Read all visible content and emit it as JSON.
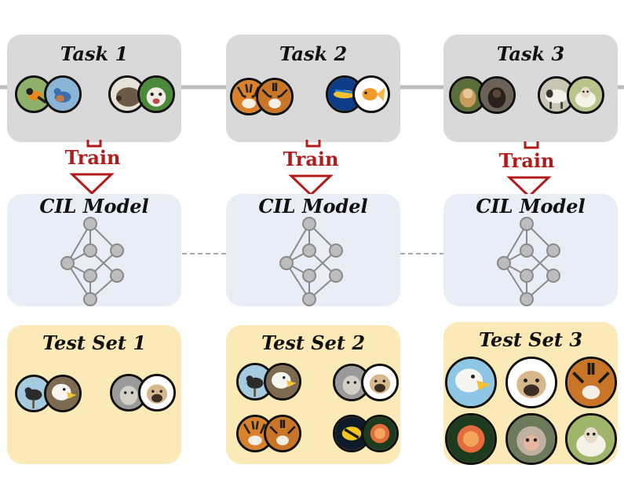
{
  "tasks": [
    {
      "title": "Task 1"
    },
    {
      "title": "Task 2"
    },
    {
      "title": "Task 3"
    }
  ],
  "train_label": "Train",
  "model_label": "CIL Model",
  "test_sets": [
    {
      "title": "Test Set 1"
    },
    {
      "title": "Test Set 2"
    },
    {
      "title": "Test Set 3"
    }
  ],
  "colors": {
    "task_bg": "#d9d9d9",
    "model_bg": "#e8edf6",
    "test_bg": "#fbe9b7",
    "train_red": "#b31b1b",
    "node_gray": "#bdbdbd"
  },
  "images": {
    "task1": [
      "oriole",
      "bluebird",
      "hedgehog",
      "bulldog"
    ],
    "task2": [
      "tiger",
      "tiger",
      "fish",
      "goldfish"
    ],
    "task3": [
      "monkey",
      "monkey",
      "sheep",
      "sheep"
    ],
    "test1": [
      "blackbird",
      "eagle",
      "dog",
      "pug"
    ],
    "test2": [
      "blackbird",
      "eagle",
      "dog",
      "pug",
      "tiger",
      "tiger",
      "fish",
      "discus"
    ],
    "test3": [
      "eagle",
      "pug",
      "tiger",
      "discus",
      "monkey",
      "sheep"
    ]
  }
}
